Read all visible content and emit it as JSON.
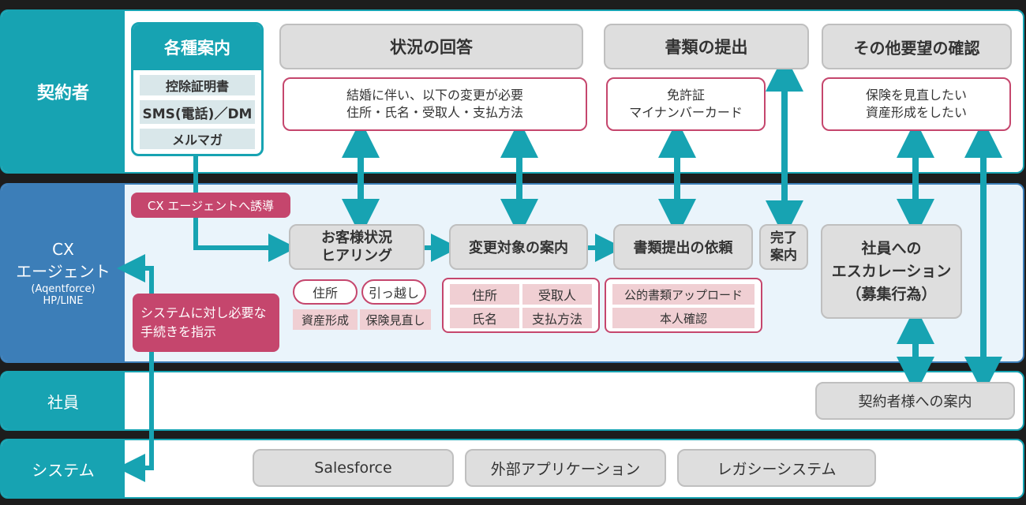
{
  "lanes": {
    "keiyakusha": "契約者",
    "cx_line1": "CX",
    "cx_line2": "エージェント",
    "cx_line3": "(Aqentforce)",
    "cx_line4": "HP/LINE",
    "shain": "社員",
    "system": "システム"
  },
  "guide": {
    "title": "各種案内",
    "items": [
      "控除証明書",
      "SMS(電話)／DM",
      "メルマガ"
    ]
  },
  "headers": {
    "status": "状況の回答",
    "docs": "書類の提出",
    "other": "その他要望の確認"
  },
  "requests": {
    "status_line1": "結婚に伴い、以下の変更が必要",
    "status_line2": "住所・氏名・受取人・支払方法",
    "docs_line1": "免許証",
    "docs_line2": "マイナンバーカード",
    "other_line1": "保険を見直したい",
    "other_line2": "資産形成をしたい"
  },
  "tags": {
    "guide_agent": "CX エージェントへ誘導",
    "system_line1": "システムに対し必要な",
    "system_line2": "手続きを指示"
  },
  "steps": {
    "hearing_line1": "お客様状況",
    "hearing_line2": "ヒアリング",
    "change": "変更対象の案内",
    "request_docs": "書類提出の依頼",
    "done_line1": "完了",
    "done_line2": "案内",
    "escalation_line1": "社員への",
    "escalation_line2": "エスカレーション",
    "escalation_line3": "（募集行為）"
  },
  "hearing_items": {
    "outlined": [
      "住所",
      "引っ越し"
    ],
    "filled": [
      "資産形成",
      "保険見直し"
    ]
  },
  "change_items": [
    "住所",
    "受取人",
    "氏名",
    "支払方法"
  ],
  "docs_items": [
    "公的書類アップロード",
    "本人確認"
  ],
  "employee_box": "契約者様への案内",
  "systems": [
    "Salesforce",
    "外部アプリケーション",
    "レガシーシステム"
  ],
  "colors": {
    "teal": "#17a3b2",
    "blue": "#3c7eb8",
    "pink": "#c5466d",
    "gray": "#dedede",
    "lightblue": "#eaf4fb"
  }
}
